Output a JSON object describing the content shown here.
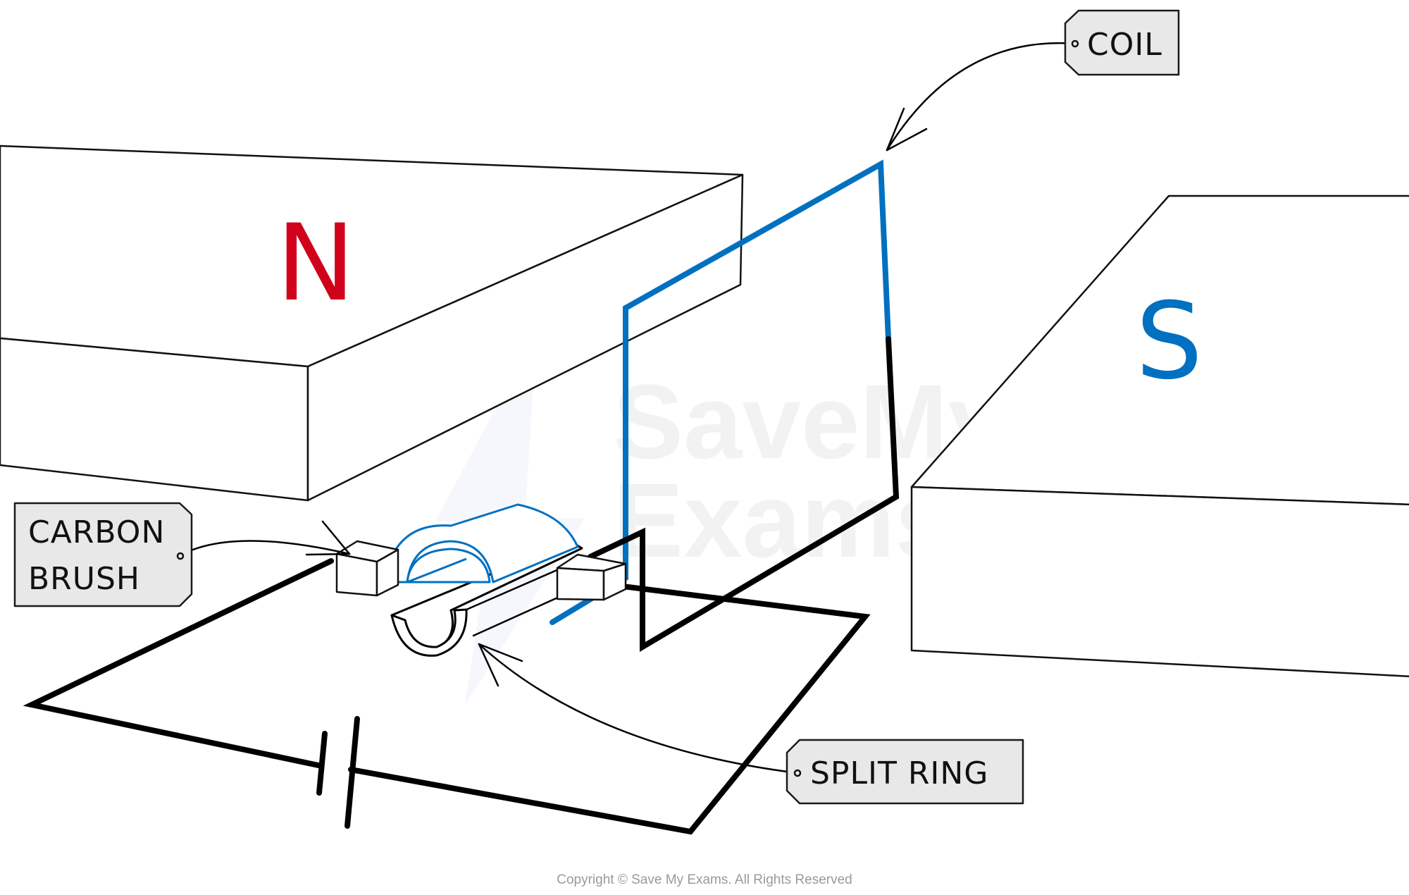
{
  "diagram": {
    "title": "DC motor with split ring commutator",
    "poles": {
      "north": {
        "letter": "N",
        "color": "#d0021b"
      },
      "south": {
        "letter": "S",
        "color": "#0070c0"
      }
    },
    "labels": {
      "coil": "COIL",
      "carbon_brush_line1": "CARBON",
      "carbon_brush_line2": "BRUSH",
      "split_ring": "SPLIT RING"
    },
    "colors": {
      "coil": "#0070c0",
      "wire": "#000000",
      "tag_fill": "#e8e8e8"
    },
    "watermark": {
      "line1": "SaveMy",
      "line2": "Exams"
    }
  },
  "footer": {
    "copyright": "Copyright © Save My Exams. All Rights Reserved"
  }
}
